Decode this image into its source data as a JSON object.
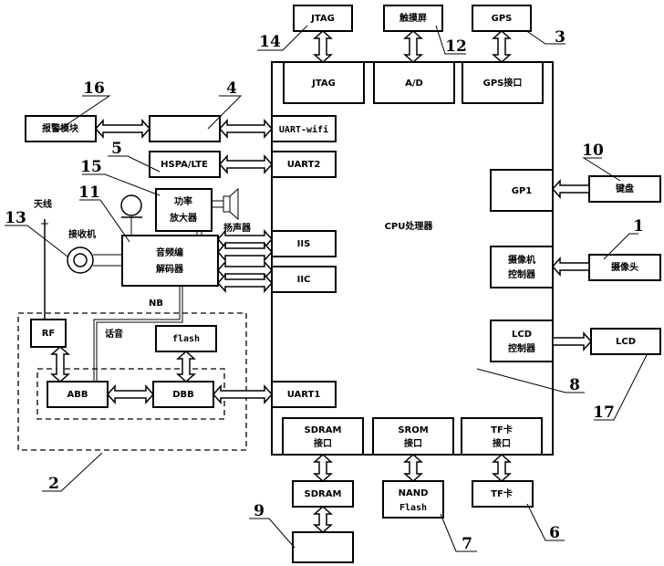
{
  "diagram": {
    "cpu": {
      "label": "CPU处理器"
    },
    "cpu_ports": {
      "jtag": "JTAG",
      "ad": "A/D",
      "gps_if": "GPS接口",
      "uart_wifi": "UART-wifi",
      "uart2": "UART2",
      "iis": "IIS",
      "iic": "IIC",
      "uart1": "UART1",
      "gp1": "GP1",
      "camera_ctrl_1": "摄像机",
      "camera_ctrl_2": "控制器",
      "lcd_ctrl_1": "LCD",
      "lcd_ctrl_2": "控制器",
      "sdram_if_1": "SDRAM",
      "sdram_if_2": "接口",
      "srom_if_1": "SROM",
      "srom_if_2": "接口",
      "tf_if_1": "TF卡",
      "tf_if_2": "接口"
    },
    "external": {
      "jtag": "JTAG",
      "touchscreen": "触摸屏",
      "gps": "GPS",
      "alarm": "报警模块",
      "wifi": "",
      "hspa": "HSPA/LTE",
      "amp_1": "功率",
      "amp_2": "放大器",
      "speaker": "扬声器",
      "codec_1": "音频编",
      "codec_2": "解码器",
      "antenna": "天线",
      "receiver": "接收机",
      "nb": "NB",
      "rf": "RF",
      "voice": "话音",
      "flash": "flash",
      "abb": "ABB",
      "dbb": "DBB",
      "keyboard": "键盘",
      "camera": "摄像头",
      "lcd": "LCD",
      "sdram": "SDRAM",
      "nand_1": "NAND",
      "nand_2": "Flash",
      "tf": "TF卡",
      "box9": ""
    },
    "callouts": {
      "n1": "1",
      "n2": "2",
      "n3": "3",
      "n4": "4",
      "n5": "5",
      "n6": "6",
      "n7": "7",
      "n8": "8",
      "n9": "9",
      "n10": "10",
      "n11": "11",
      "n12": "12",
      "n13": "13",
      "n14": "14",
      "n15": "15",
      "n16": "16",
      "n17": "17"
    }
  }
}
